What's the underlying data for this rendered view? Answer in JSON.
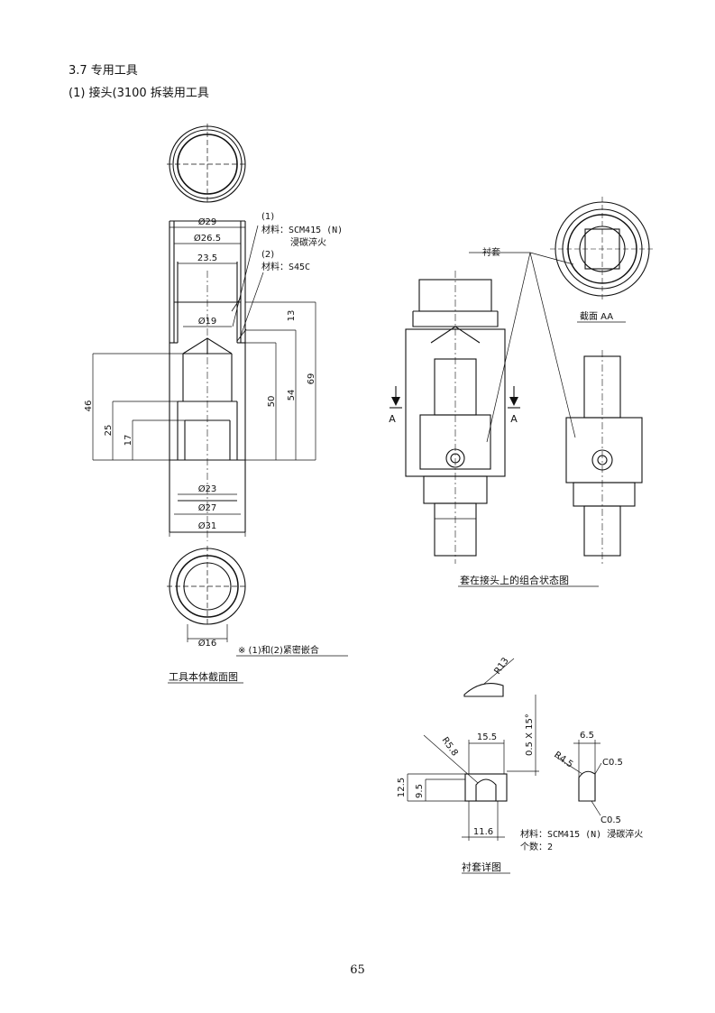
{
  "heading": {
    "section": "3.7 专用工具",
    "subtitle": "(1) 接头(3100 拆装用工具"
  },
  "tool_body": {
    "label_1": "(1)",
    "material_1": "材料：SCM415 (N)",
    "treatment_1": "浸碳淬火",
    "label_2": "(2)",
    "material_2": "材料：S45C",
    "dims": {
      "d29": "Ø29",
      "d26_5": "Ø26.5",
      "d23_5": "23.5",
      "d19": "Ø19",
      "d23": "Ø23",
      "d27": "Ø27",
      "d31": "Ø31",
      "d16": "Ø16",
      "h46": "46",
      "h25": "25",
      "h17": "17",
      "h50": "50",
      "h54": "54",
      "h69": "69",
      "h13": "13"
    },
    "note": "※ (1)和(2)紧密嵌合",
    "caption": "工具本体截面图"
  },
  "assembly": {
    "bushing_label": "衬套",
    "section_label": "截面 AA",
    "arrow_a": "A",
    "caption": "套在接头上的组合状态图"
  },
  "bushing_detail": {
    "r13": "R13",
    "d15_5": "15.5",
    "r5_8": "R5.8",
    "chamfer": "0.5 X 15°",
    "h12_5": "12.5",
    "h9_5": "9.5",
    "w11_6": "11.6",
    "d6_5": "6.5",
    "r4_5": "R4.5",
    "c0_5": "C0.5",
    "material": "材料：SCM415 (N) 浸碳淬火",
    "quantity": "个数：2",
    "caption": "衬套详图"
  },
  "page_number": "65"
}
